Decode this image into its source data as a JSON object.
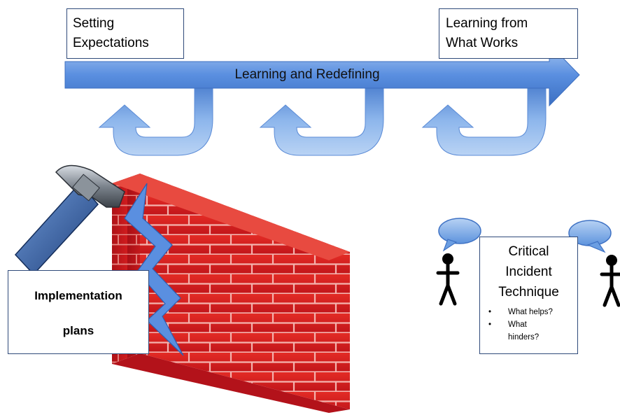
{
  "process": {
    "main_arrow_label": "Learning and Redefining",
    "start_box": {
      "line1": "Setting",
      "line2": "Expectations"
    },
    "end_box": {
      "line1": "Learning from",
      "line2": "What Works"
    },
    "loops": 3
  },
  "implementation": {
    "line1": "Implementation",
    "line2": "plans"
  },
  "cit": {
    "title_lines": [
      "Critical",
      "Incident",
      "Technique"
    ],
    "bullets": [
      "What helps?",
      "What",
      "hinders?"
    ]
  },
  "colors": {
    "arrow": "#4f86d8",
    "arrow_light": "#a9c8f1",
    "box_border": "#2f4a7a",
    "brick": "#d9201f",
    "mortar": "#f2a3a0",
    "crack": "#5a8fe0",
    "bubble": "#7fb0ea"
  },
  "icons": [
    "hammer-icon",
    "brick-wall-icon",
    "person-icon",
    "speech-bubble-icon"
  ]
}
